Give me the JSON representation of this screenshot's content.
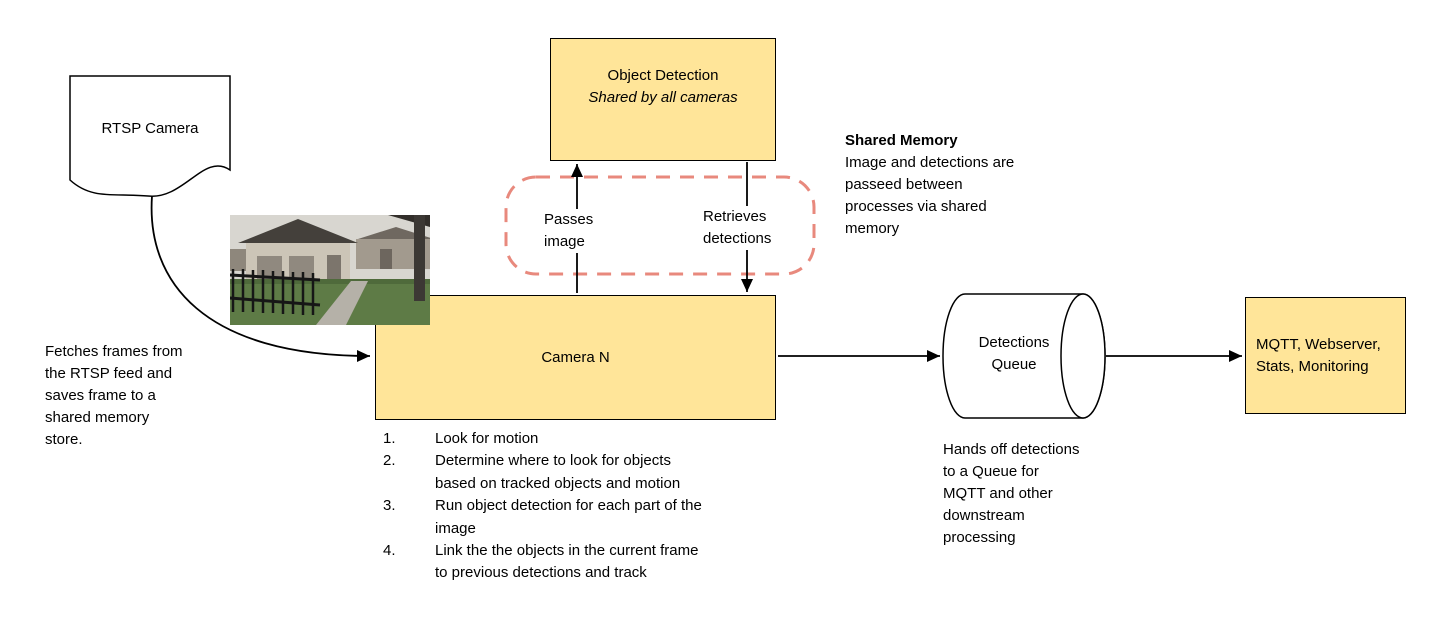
{
  "colors": {
    "node_fill": "#ffe599",
    "node_border": "#000000",
    "shared_memory_outline": "#e8897d",
    "arrow": "#000000"
  },
  "nodes": {
    "rtsp_camera": {
      "label": "RTSP Camera"
    },
    "object_detection": {
      "title": "Object Detection",
      "subtitle": "Shared by all cameras"
    },
    "camera_n": {
      "label": "Camera N"
    },
    "detections_queue": {
      "label": "Detections Queue"
    },
    "outputs": {
      "label": "MQTT, Webserver,\nStats, Monitoring"
    }
  },
  "edges": {
    "passes_image": {
      "label": "Passes\nimage"
    },
    "retrieves_detections": {
      "label": "Retrieves\ndetections"
    }
  },
  "notes": {
    "shared_memory": {
      "title": "Shared Memory",
      "body": "Image and detections are\npasseed between\nprocesses via shared\nmemory"
    },
    "fetch_frames": {
      "body": "Fetches frames from\nthe RTSP feed and\nsaves frame to a\nshared memory\nstore."
    },
    "hands_off": {
      "body": "Hands off detections\nto a Queue for\nMQTT and other\ndownstream\nprocessing"
    }
  },
  "camera_steps": [
    {
      "num": "1.",
      "text": "Look for motion"
    },
    {
      "num": "2.",
      "text": "Determine where to look for objects\nbased on tracked objects and motion"
    },
    {
      "num": "3.",
      "text": "Run object detection for each part of the\nimage"
    },
    {
      "num": "4.",
      "text": "Link the the objects in the current frame\nto previous detections and track"
    }
  ]
}
